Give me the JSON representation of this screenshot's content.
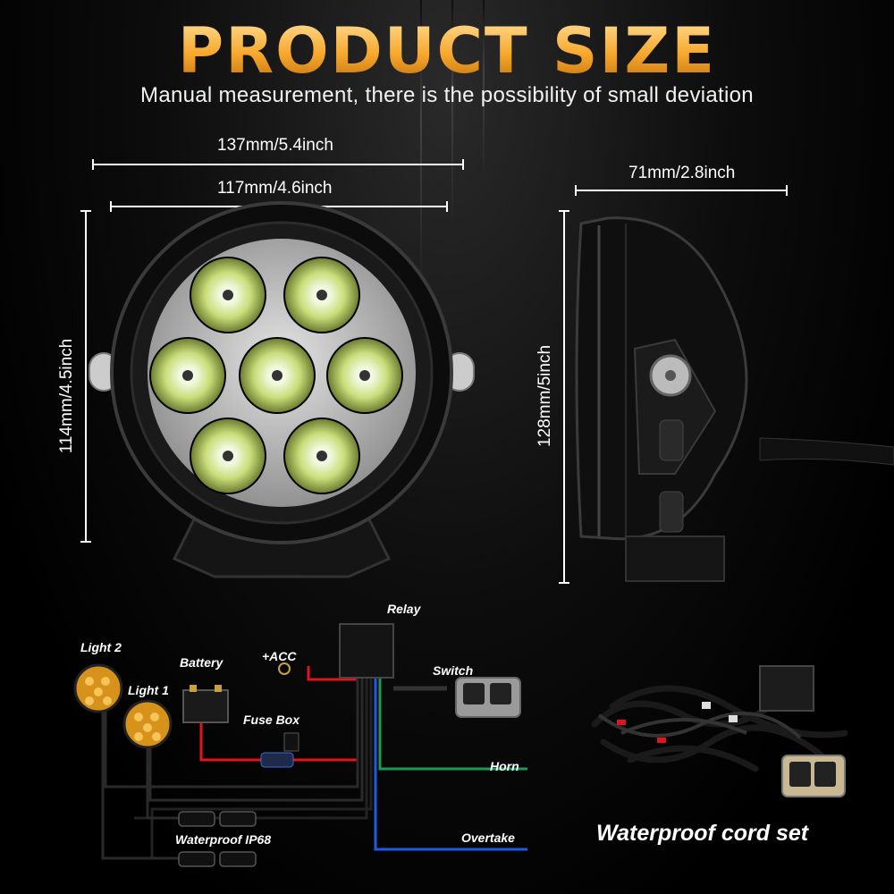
{
  "header": {
    "title": "PRODUCT SIZE",
    "subtitle": "Manual measurement, there is the possibility of small deviation"
  },
  "dimensions": {
    "outer_width": "137mm/5.4inch",
    "lens_width": "117mm/4.6inch",
    "front_height": "114mm/4.5inch",
    "depth": "71mm/2.8inch",
    "side_height": "128mm/5inch"
  },
  "wiring": {
    "relay": "Relay",
    "light2": "Light 2",
    "light1": "Light 1",
    "battery": "Battery",
    "acc": "+ACC",
    "switch": "Switch",
    "fuse_box": "Fuse Box",
    "horn": "Horn",
    "overtake": "Overtake",
    "waterproof": "Waterproof IP68"
  },
  "cord_set": {
    "label": "Waterproof cord set"
  },
  "colors": {
    "title_gold": "#f7a72a",
    "wire_red": "#e0141a",
    "wire_green": "#1c9a52",
    "wire_blue": "#1f5be0"
  }
}
